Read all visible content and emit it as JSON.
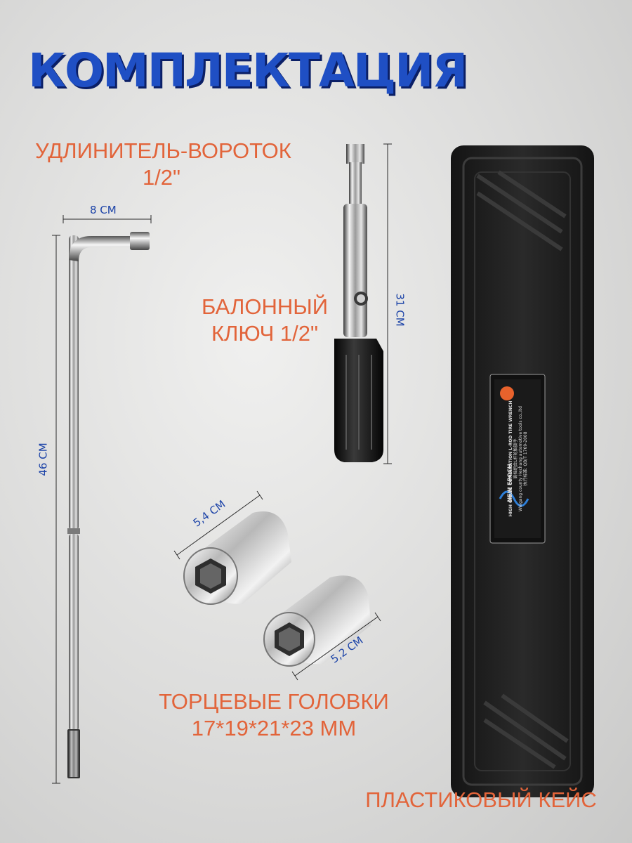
{
  "title": "КОМПЛЕКТАЦИЯ",
  "items": {
    "extension_bar": {
      "label_line1": "УДЛИНИТЕЛЬ-ВОРОТОК",
      "label_line2": "1/2\""
    },
    "lug_wrench": {
      "label_line1": "БАЛОННЫЙ",
      "label_line2": "КЛЮЧ 1/2\""
    },
    "sockets": {
      "label_line1": "ТОРЦЕВЫЕ ГОЛОВКИ",
      "label_line2": "17*19*21*23 ММ"
    },
    "case": {
      "label": "ПЛАСТИКОВЫЙ КЕЙС"
    }
  },
  "dimensions": {
    "bar_width": "8 СМ",
    "bar_length": "46 СМ",
    "wrench_length": "31 СМ",
    "socket_large": "5,4 СМ",
    "socket_small": "5,2 СМ"
  },
  "case_sticker": {
    "brand": "NEW EPOCH",
    "line1": "HIGH GRADE COMBINATION L-ROD TIRE WRENCH",
    "line2": "高档组合L杆轮胎扳手",
    "line3": "Weigang county Hechang automotive tools co.,ltd",
    "line4": "执行标准: QB/T 1769-2008"
  },
  "colors": {
    "title": "#1f4fc4",
    "labels": "#e2643a",
    "dimensions": "#1d44a8",
    "case": "#1c1c1c"
  }
}
